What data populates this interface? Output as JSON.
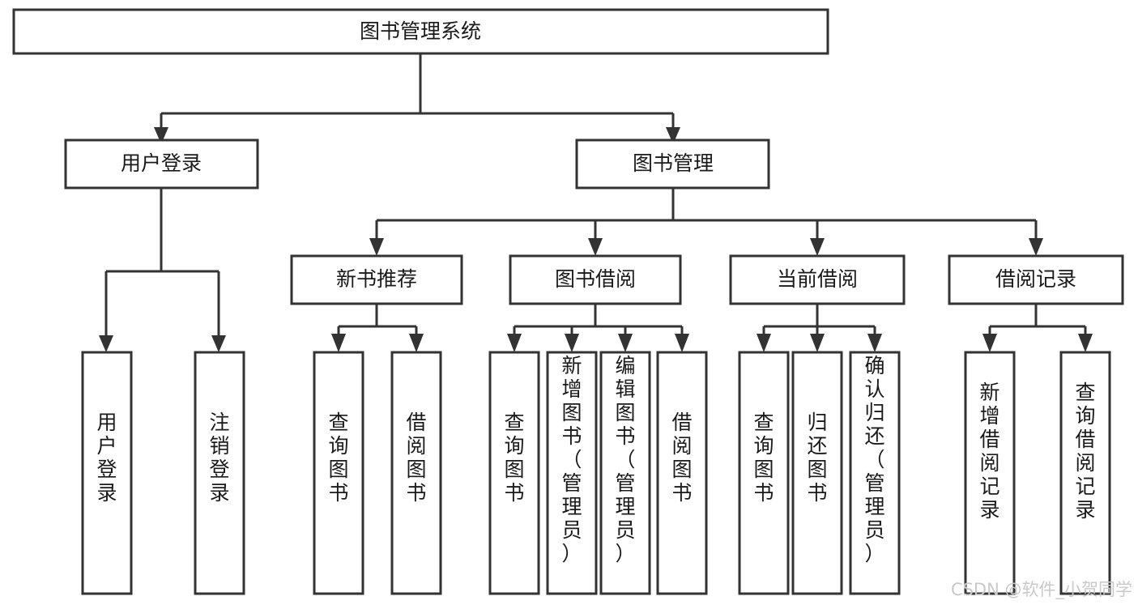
{
  "diagram": {
    "title": "图书管理系统",
    "type": "function-structure-tree",
    "orientation": "top-down",
    "colors": {
      "box_stroke": "#333333",
      "box_fill": "#ffffff",
      "text": "#1a1a1a",
      "background": "#ffffff",
      "watermark": "#c9c9c9"
    },
    "root": {
      "label": "图书管理系统",
      "text_orientation": "horizontal"
    },
    "level2": [
      {
        "label": "用户登录",
        "text_orientation": "horizontal"
      },
      {
        "label": "图书管理",
        "text_orientation": "horizontal"
      }
    ],
    "level3": [
      {
        "label": "新书推荐",
        "text_orientation": "horizontal",
        "parent": "图书管理"
      },
      {
        "label": "图书借阅",
        "text_orientation": "horizontal",
        "parent": "图书管理"
      },
      {
        "label": "当前借阅",
        "text_orientation": "horizontal",
        "parent": "图书管理"
      },
      {
        "label": "借阅记录",
        "text_orientation": "horizontal",
        "parent": "图书管理"
      }
    ],
    "leaves": {
      "user_login": [
        {
          "label": "用户登录",
          "text_orientation": "vertical"
        },
        {
          "label": "注销登录",
          "text_orientation": "vertical"
        }
      ],
      "new_book_recommend": [
        {
          "label": "查询图书",
          "text_orientation": "vertical"
        },
        {
          "label": "借阅图书",
          "text_orientation": "vertical"
        }
      ],
      "book_borrow": [
        {
          "label": "查询图书",
          "text_orientation": "vertical"
        },
        {
          "label": "新增图书（管理员）",
          "text_orientation": "vertical"
        },
        {
          "label": "编辑图书（管理员）",
          "text_orientation": "vertical"
        },
        {
          "label": "借阅图书",
          "text_orientation": "vertical"
        }
      ],
      "current_borrow": [
        {
          "label": "查询图书",
          "text_orientation": "vertical"
        },
        {
          "label": "归还图书",
          "text_orientation": "vertical"
        },
        {
          "label": "确认归还（管理员）",
          "text_orientation": "vertical"
        }
      ],
      "borrow_record": [
        {
          "label": "新增借阅记录",
          "text_orientation": "vertical"
        },
        {
          "label": "查询借阅记录",
          "text_orientation": "vertical"
        }
      ]
    },
    "watermark": "CSDN @软件_小贺同学"
  }
}
